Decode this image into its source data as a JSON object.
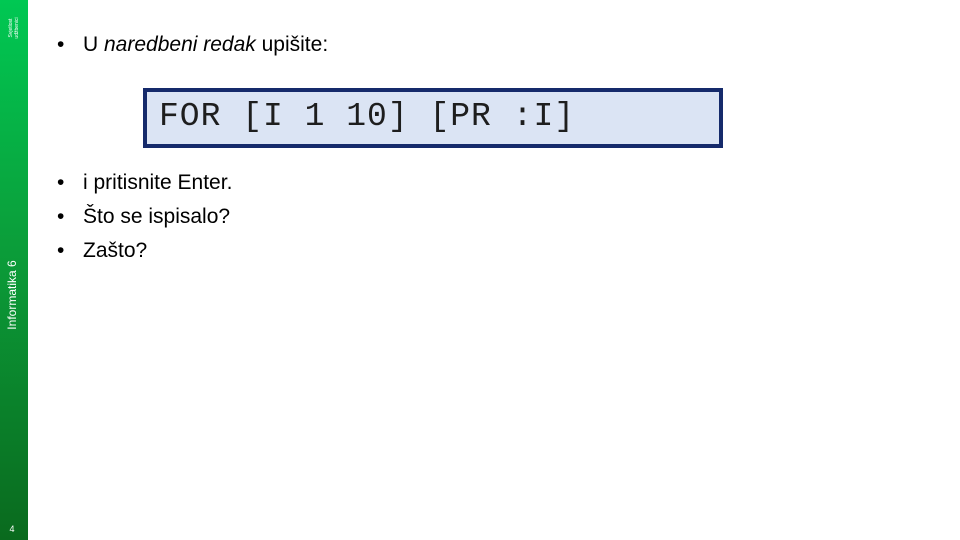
{
  "sidebar": {
    "publisher_text": "Svjetlost\nudžbenici",
    "subject_label": "Informatika 6",
    "page_number": "4"
  },
  "bullets_top": [
    {
      "text_plain": "U ",
      "text_italic": "naredbeni redak",
      "text_tail": " upišite:"
    }
  ],
  "command": {
    "text": "FOR [I 1 10] [PR :I]"
  },
  "bullets_bottom": [
    {
      "text": "i pritisnite Enter."
    },
    {
      "text": "Što se ispisalo?"
    },
    {
      "text": "Zašto?"
    }
  ],
  "colors": {
    "sidebar_top": "#00c853",
    "sidebar_bottom": "#0a6a1e",
    "code_border": "#152a6b",
    "code_bg": "#dbe4f4"
  }
}
